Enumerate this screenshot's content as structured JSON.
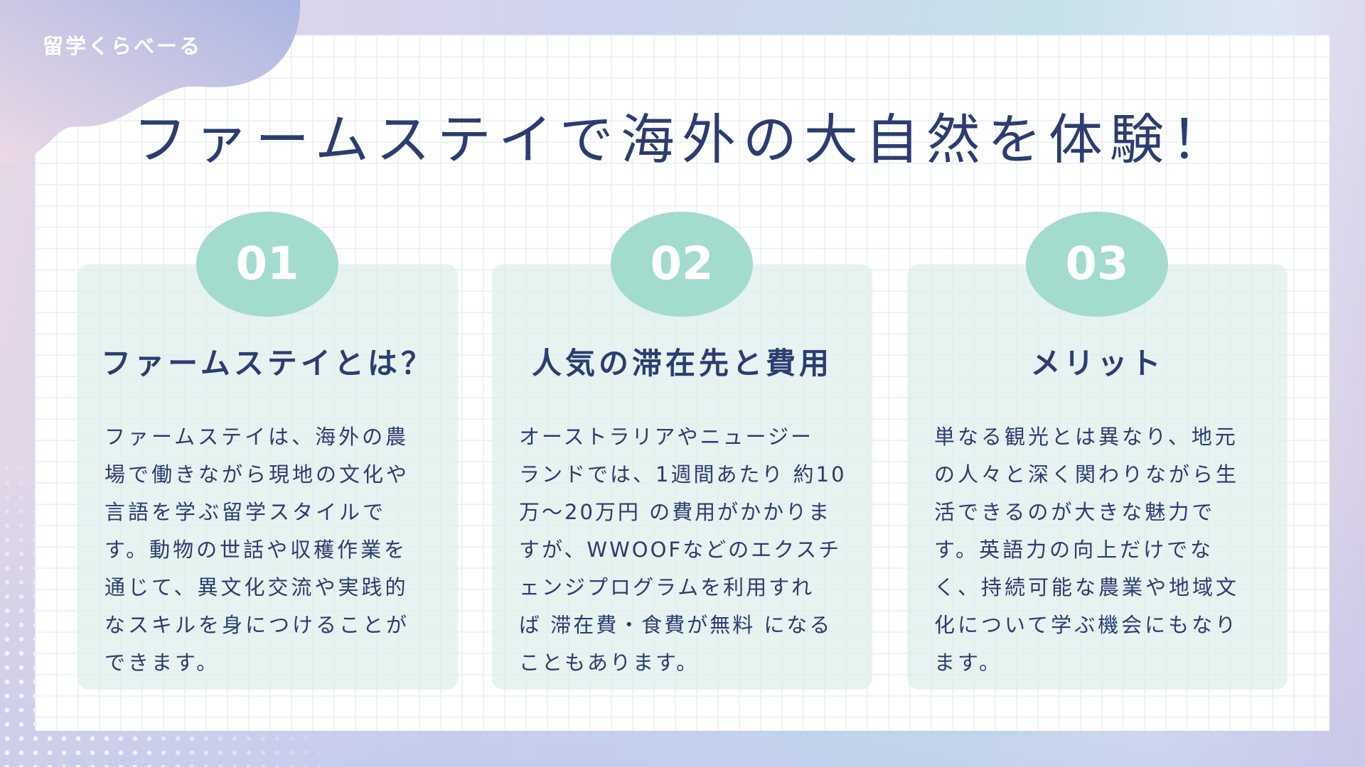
{
  "logo": "留学くらべーる",
  "title": "ファームステイで海外の大自然を体験！",
  "cards": [
    {
      "number": "01",
      "heading": "ファームステイとは？",
      "lines": [
        "ファームステイは、海外の農",
        "場で働きながら現地の文化や",
        "言語を学ぶ留学スタイルで",
        "す。動物の世話や収穫作業を",
        "通じて、異文化交流や実践的",
        "なスキルを身につけることが",
        "できます。"
      ]
    },
    {
      "number": "02",
      "heading": "人気の滞在先と費用",
      "lines": [
        "オーストラリアやニュージー",
        "ランドでは、1週間あたり 約10",
        "万〜20万円 の費用がかかりま",
        "すが、WWOOFなどのエクスチ",
        "ェンジプログラムを利用すれ",
        "ば 滞在費・食費が無料 になる",
        "こともあります。"
      ]
    },
    {
      "number": "03",
      "heading": "メリット",
      "lines": [
        "単なる観光とは異なり、地元",
        "の人々と深く関わりながら生",
        "活できるのが大きな魅力で",
        "す。英語力の向上だけでな",
        "く、持続可能な農業や地域文",
        "化について学ぶ機会にもなり",
        "ます。"
      ]
    }
  ]
}
